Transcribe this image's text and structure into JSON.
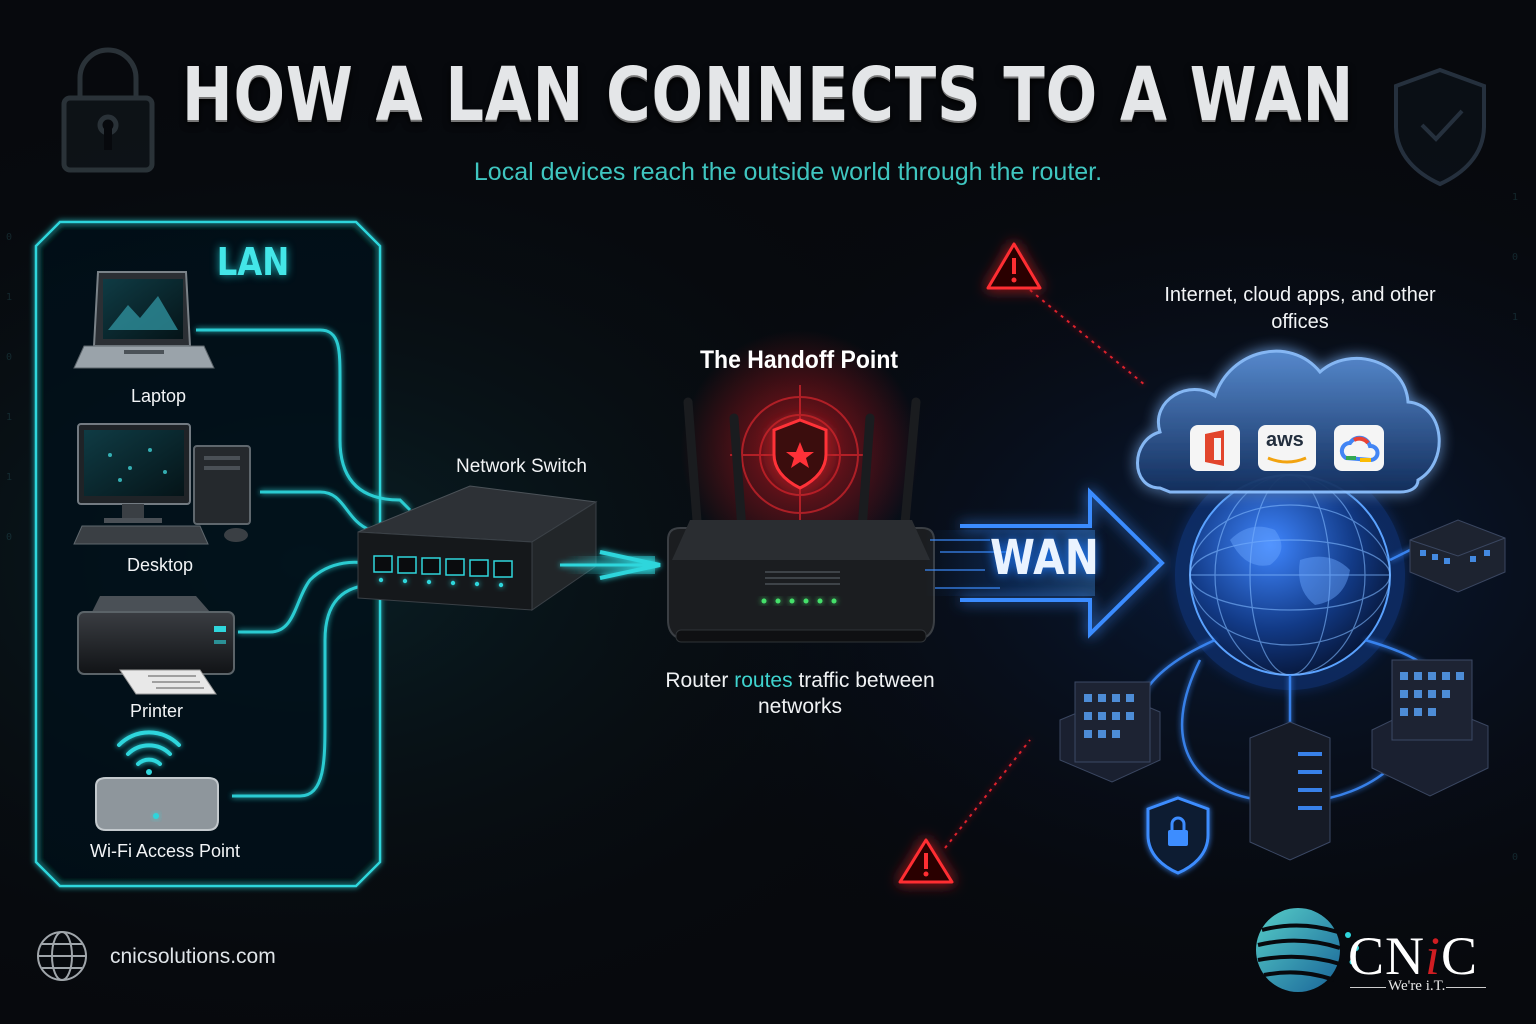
{
  "title": "HOW A LAN CONNECTS TO A WAN",
  "subtitle": "Local devices reach the outside world through the router.",
  "lan": {
    "title": "LAN",
    "devices": [
      "Laptop",
      "Desktop",
      "Printer",
      "Wi-Fi Access Point"
    ]
  },
  "switch_label": "Network Switch",
  "router": {
    "heading": "The Handoff Point",
    "desc_pre": "Router ",
    "desc_highlight": "routes",
    "desc_post": " traffic between networks"
  },
  "wan": {
    "label": "WAN",
    "desc": "Internet, cloud apps, and other offices",
    "cloud_apps": [
      "aws"
    ]
  },
  "website": "cnicsolutions.com",
  "brand": {
    "name_pre": "CN",
    "name_i": "i",
    "name_post": "C",
    "tagline": "We're i.T."
  },
  "colors": {
    "lan_accent": "#2fd6dc",
    "wan_accent": "#1f7bff",
    "threat": "#e0242b",
    "background": "#07090d"
  },
  "icons": [
    "padlock-icon",
    "shield-check-icon",
    "warning-icon",
    "globe-icon",
    "shield-lock-icon",
    "office-icon",
    "google-cloud-icon"
  ]
}
